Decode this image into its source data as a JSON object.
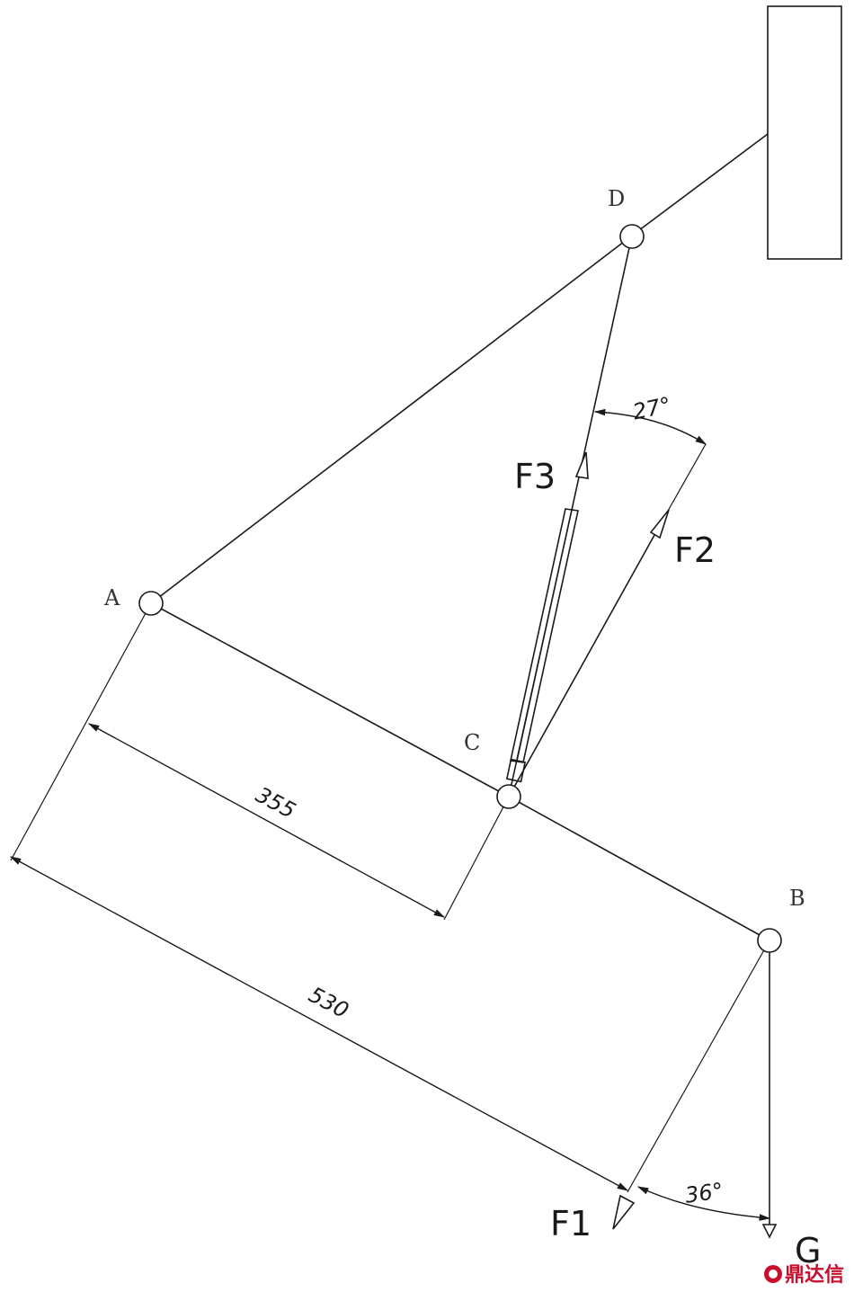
{
  "points": {
    "A": "A",
    "B": "B",
    "C": "C",
    "D": "D"
  },
  "forces": {
    "F1": "F1",
    "F2": "F2",
    "F3": "F3",
    "G": "G"
  },
  "dimensions": {
    "len_short": "355",
    "len_long": "530",
    "angle_top": "27°",
    "angle_bottom": "36°"
  },
  "watermark": {
    "text": "鼎达信",
    "color": "#c8102e"
  },
  "colors": {
    "line": "#1a1a1a",
    "label": "#333333"
  }
}
